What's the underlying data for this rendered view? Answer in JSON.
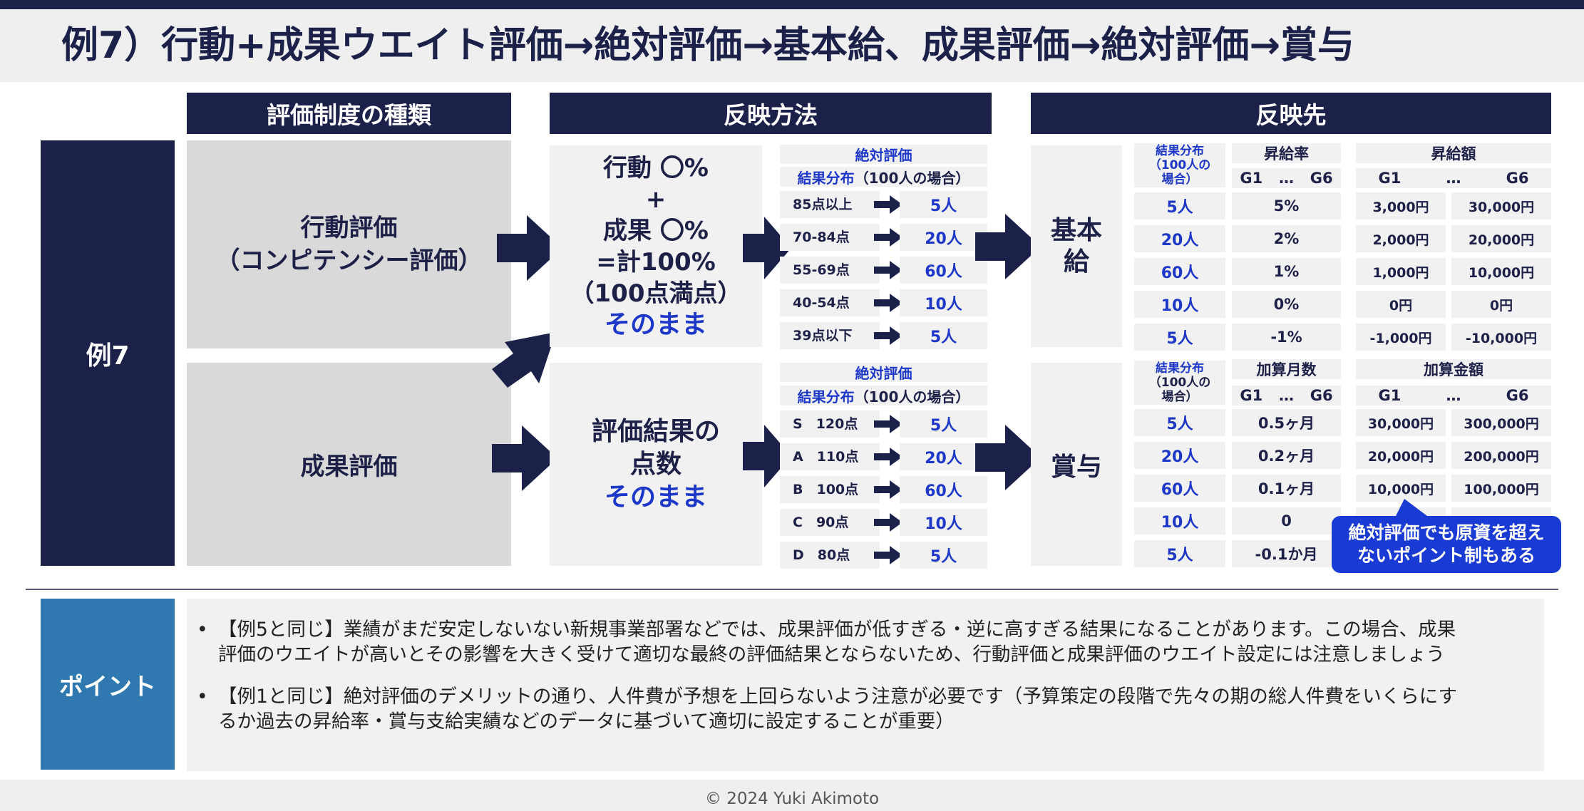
{
  "title": "例7）行動+成果ウエイト評価→絶対評価→基本給、成果評価→絶対評価→賞与",
  "headers": {
    "types": "評価制度の種類",
    "method": "反映方法",
    "target": "反映先"
  },
  "example_label": "例7",
  "types": {
    "behavior_line1": "行動評価",
    "behavior_line2": "（コンピテンシー評価）",
    "result": "成果評価"
  },
  "method_top": {
    "l1": "行動 〇%",
    "l2": "+",
    "l3": "成果 〇%",
    "l4": "=計100%",
    "l5": "（100点満点）",
    "l6": "そのまま"
  },
  "method_bottom": {
    "l1": "評価結果の",
    "l2": "点数",
    "l3": "そのまま"
  },
  "abs_top": {
    "title": "絶対評価",
    "dist_blue": "結果分布",
    "dist_black": "（100人の場合）",
    "rows": [
      {
        "label": "85点以上",
        "count": "5人"
      },
      {
        "label": "70-84点",
        "count": "20人"
      },
      {
        "label": "55-69点",
        "count": "60人"
      },
      {
        "label": "40-54点",
        "count": "10人"
      },
      {
        "label": "39点以下",
        "count": "5人"
      }
    ]
  },
  "abs_bottom": {
    "title": "絶対評価",
    "dist_blue": "結果分布",
    "dist_black": "（100人の場合）",
    "rows": [
      {
        "label": "S　120点",
        "count": "5人"
      },
      {
        "label": "A　110点",
        "count": "20人"
      },
      {
        "label": "B　100点",
        "count": "60人"
      },
      {
        "label": "C　90点",
        "count": "10人"
      },
      {
        "label": "D　80点",
        "count": "5人"
      }
    ]
  },
  "salary": {
    "label_l1": "基本",
    "label_l2": "給",
    "dist_l1": "結果分布",
    "dist_l2": "（100人の",
    "dist_l3": "場合）",
    "rate_header": "昇給率",
    "amount_header": "昇給額",
    "g1": "G1",
    "dots": "…",
    "g6": "G6",
    "rows": [
      {
        "count": "5人",
        "rate": "5%",
        "g1": "3,000円",
        "g6": "30,000円"
      },
      {
        "count": "20人",
        "rate": "2%",
        "g1": "2,000円",
        "g6": "20,000円"
      },
      {
        "count": "60人",
        "rate": "1%",
        "g1": "1,000円",
        "g6": "10,000円"
      },
      {
        "count": "10人",
        "rate": "0%",
        "g1": "0円",
        "g6": "0円"
      },
      {
        "count": "5人",
        "rate": "-1%",
        "g1": "-1,000円",
        "g6": "-10,000円"
      }
    ]
  },
  "bonus": {
    "label": "賞与",
    "dist_l1": "結果分布",
    "dist_l2": "（100人の",
    "dist_l3": "場合）",
    "months_header": "加算月数",
    "amount_header": "加算金額",
    "g1": "G1",
    "dots": "…",
    "g6": "G6",
    "rows": [
      {
        "count": "5人",
        "months": "0.5ヶ月",
        "g1": "30,000円",
        "g6": "300,000円"
      },
      {
        "count": "20人",
        "months": "0.2ヶ月",
        "g1": "20,000円",
        "g6": "200,000円"
      },
      {
        "count": "60人",
        "months": "0.1ヶ月",
        "g1": "10,000円",
        "g6": "100,000円"
      },
      {
        "count": "10人",
        "months": "0",
        "g1": "",
        "g6": ""
      },
      {
        "count": "5人",
        "months": "-0.1か月",
        "g1": "",
        "g6": ""
      }
    ]
  },
  "callout": {
    "l1": "絶対評価でも原資を超え",
    "l2": "ないポイント制もある"
  },
  "point": {
    "label": "ポイント",
    "b1_l1": "【例5と同じ】業績がまだ安定しないない新規事業部署などでは、成果評価が低すぎる・逆に高すぎる結果になることがあります。この場合、成果",
    "b1_l2": "評価のウエイトが高いとその影響を大きく受けて適切な最終の評価結果とならないため、行動評価と成果評価のウエイト設定には注意しましょう",
    "b2_l1": "【例1と同じ】絶対評価のデメリットの通り、人件費が予想を上回らないよう注意が必要です（予算策定の段階で先々の期の総人件費をいくらにす",
    "b2_l2": "るか過去の昇給率・賞与支給実績などのデータに基づいて適切に設定することが重要）"
  },
  "footer": "© 2024 Yuki Akimoto",
  "colors": {
    "navy": "#1c2149",
    "blue_text": "#1d37c8",
    "callout": "#1a3ad4",
    "point": "#2f79b0"
  }
}
